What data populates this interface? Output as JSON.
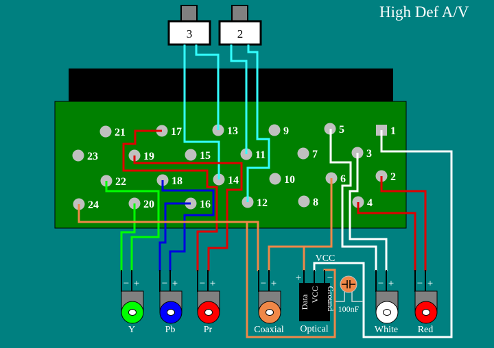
{
  "title": "High Def A/V",
  "connectors": [
    {
      "label": "3"
    },
    {
      "label": "2"
    }
  ],
  "pads": {
    "1": "1",
    "2": "2",
    "3": "3",
    "4": "4",
    "5": "5",
    "6": "6",
    "7": "7",
    "8": "8",
    "9": "9",
    "10": "10",
    "11": "11",
    "12": "12",
    "13": "13",
    "14": "14",
    "15": "15",
    "16": "16",
    "17": "17",
    "18": "18",
    "19": "19",
    "20": "20",
    "21": "21",
    "22": "22",
    "23": "23",
    "24": "24"
  },
  "jacks": [
    {
      "label": "Y",
      "color": "#00ff00"
    },
    {
      "label": "Pb",
      "color": "#0000ff"
    },
    {
      "label": "Pr",
      "color": "#ff0000"
    },
    {
      "label": "Coaxial",
      "color": "#f08848"
    },
    {
      "label": "White",
      "color": "#ffffff"
    },
    {
      "label": "Red",
      "color": "#ff0000"
    }
  ],
  "polarity": {
    "minus": "−",
    "plus": "+"
  },
  "optical": {
    "label": "Optical",
    "pins": [
      "Data",
      "VCC",
      "Ground"
    ],
    "plus": "+",
    "minus": "−"
  },
  "vcc_label": "VCC",
  "capacitor": {
    "value": "100nF",
    "color": "#f08848"
  },
  "colors": {
    "background": "#008080",
    "pcb": "#008000",
    "cyan_wire": "#33ffff",
    "red_wire": "#e00000",
    "blue_wire": "#0000e0",
    "green_wire": "#00ff00",
    "orange_wire": "#f08848",
    "white_wire": "#ffffff"
  }
}
